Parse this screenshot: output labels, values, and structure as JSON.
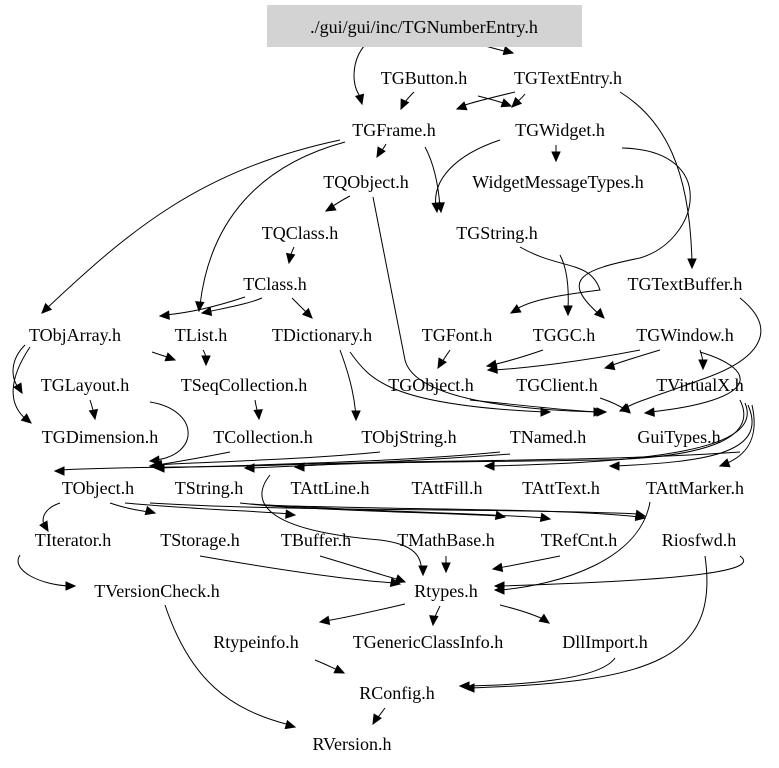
{
  "colors": {
    "root_fill": "#d3d3d3",
    "text": "#000000",
    "edge": "#000000",
    "background": "#ffffff"
  },
  "nodes": {
    "root": "./gui/gui/inc/TGNumberEntry.h",
    "tgbutton": "TGButton.h",
    "tgtextentry": "TGTextEntry.h",
    "tgframe": "TGFrame.h",
    "tgwidget": "TGWidget.h",
    "tqobject": "TQObject.h",
    "widgetmessagetypes": "WidgetMessageTypes.h",
    "tqclass": "TQClass.h",
    "tgstring": "TGString.h",
    "tclass": "TClass.h",
    "tgtextbuffer": "TGTextBuffer.h",
    "tobjarray": "TObjArray.h",
    "tlist": "TList.h",
    "tdictionary": "TDictionary.h",
    "tgfont": "TGFont.h",
    "tggc": "TGGC.h",
    "tgwindow": "TGWindow.h",
    "tglayout": "TGLayout.h",
    "tseqcollection": "TSeqCollection.h",
    "tgobject": "TGObject.h",
    "tgclient": "TGClient.h",
    "tvirtualx": "TVirtualX.h",
    "tgdimension": "TGDimension.h",
    "tcollection": "TCollection.h",
    "tobjstring": "TObjString.h",
    "tnamed": "TNamed.h",
    "guitypes": "GuiTypes.h",
    "tobject": "TObject.h",
    "tstring": "TString.h",
    "tattline": "TAttLine.h",
    "tattfill": "TAttFill.h",
    "tatttext": "TAttText.h",
    "tattmarker": "TAttMarker.h",
    "titerator": "TIterator.h",
    "tstorage": "TStorage.h",
    "tbuffer": "TBuffer.h",
    "tmathbase": "TMathBase.h",
    "trefcnt": "TRefCnt.h",
    "riosfwd": "Riosfwd.h",
    "tversioncheck": "TVersionCheck.h",
    "rtypes": "Rtypes.h",
    "rtypeinfo": "Rtypeinfo.h",
    "tgenericclassinfo": "TGenericClassInfo.h",
    "dllimport": "DllImport.h",
    "rconfig": "RConfig.h",
    "rversion": "RVersion.h"
  }
}
